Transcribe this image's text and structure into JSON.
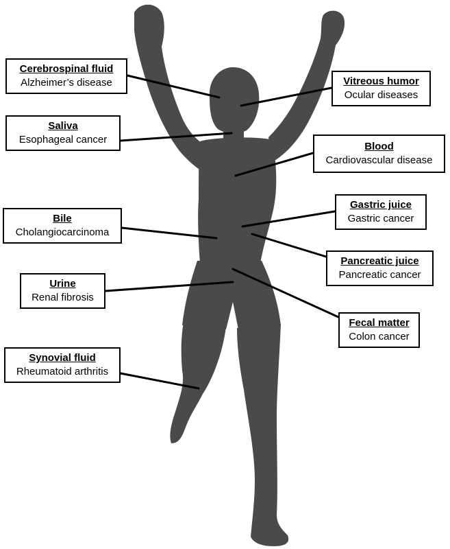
{
  "colors": {
    "silhouette": "#4a4a4a",
    "box_border": "#000000",
    "leader_line": "#000000",
    "background": "#ffffff"
  },
  "labels": [
    {
      "id": "csf",
      "fluid": "Cerebrospinal fluid",
      "disease": "Alzheimer’s disease"
    },
    {
      "id": "vitreous",
      "fluid": "Vitreous humor",
      "disease": "Ocular diseases"
    },
    {
      "id": "saliva",
      "fluid": "Saliva",
      "disease": "Esophageal cancer"
    },
    {
      "id": "blood",
      "fluid": "Blood",
      "disease": "Cardiovascular disease"
    },
    {
      "id": "bile",
      "fluid": "Bile",
      "disease": "Cholangiocarcinoma"
    },
    {
      "id": "gastric",
      "fluid": "Gastric juice",
      "disease": "Gastric cancer"
    },
    {
      "id": "pancreatic",
      "fluid": "Pancreatic juice",
      "disease": "Pancreatic cancer"
    },
    {
      "id": "urine",
      "fluid": "Urine",
      "disease": "Renal fibrosis"
    },
    {
      "id": "fecal",
      "fluid": "Fecal matter",
      "disease": "Colon cancer"
    },
    {
      "id": "synovial",
      "fluid": "Synovial fluid",
      "disease": "Rheumatoid arthritis"
    }
  ]
}
